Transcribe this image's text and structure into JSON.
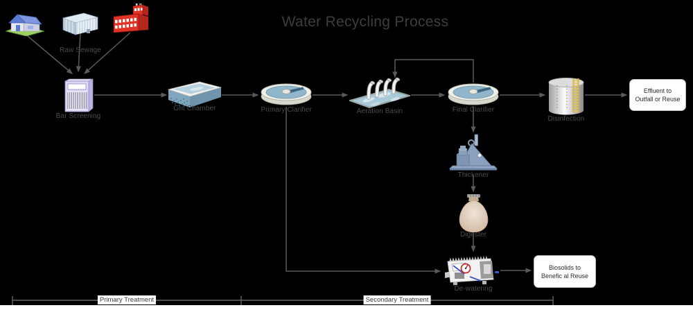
{
  "title": "Water Recycling Process",
  "sources": {
    "label": "Raw Sewage",
    "icons": [
      "house-icon",
      "office-building-icon",
      "factory-icon"
    ]
  },
  "nodes": {
    "bar_screening": {
      "label": "Bar Screening",
      "icon": "bar-screen-icon"
    },
    "grit_chamber": {
      "label": "Grit Chamber",
      "icon": "grit-chamber-basin-icon"
    },
    "primary_clarifier": {
      "label": "Primary Clarifier",
      "icon": "clarifier-tank-icon"
    },
    "aeration_basin": {
      "label": "Aeration Basin",
      "icon": "aeration-basin-icon"
    },
    "final_clarifier": {
      "label": "Final Clarifier",
      "icon": "clarifier-tank-icon"
    },
    "disinfection": {
      "label": "Disinfection",
      "icon": "chlorine-contact-tank-icon"
    },
    "thickener": {
      "label": "Thickener",
      "icon": "sludge-thickener-icon"
    },
    "digester": {
      "label": "Digester",
      "icon": "digester-vessel-icon"
    },
    "dewatering": {
      "label": "De-watering",
      "icon": "dewatering-press-icon"
    }
  },
  "outputs": {
    "effluent": {
      "line1": "Effluent to",
      "line2": "Outfall or Reuse"
    },
    "biosolids": {
      "line1": "Biosolids to",
      "line2": "Benefic al Reuse"
    }
  },
  "phases": {
    "primary": {
      "label": "Primary Treatment"
    },
    "secondary": {
      "label": "Secondary Treatment"
    }
  },
  "colors": {
    "background": "#000000",
    "page_strip": "#ffffff",
    "connector": "#5a5a5a",
    "node_label": "#4c4c50",
    "title": "#3d3d40",
    "output_box_bg": "#ffffff",
    "output_box_text": "#2b2b2b",
    "ladder_yellow": "#e0b840",
    "water_blue": "#8fb6ca"
  }
}
